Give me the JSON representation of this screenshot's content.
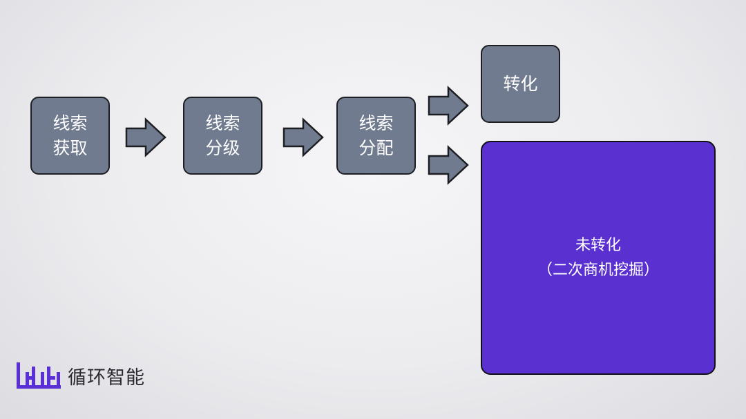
{
  "nodes": {
    "acquire": {
      "line1": "线索",
      "line2": "获取"
    },
    "grade": {
      "line1": "线索",
      "line2": "分级"
    },
    "assign": {
      "line1": "线索",
      "line2": "分配"
    },
    "converted": {
      "label": "转化"
    },
    "not_converted": {
      "line1": "未转化",
      "line2": "（二次商机挖掘）"
    }
  },
  "brand": {
    "name": "循环智能"
  },
  "colors": {
    "node_fill": "#707b8f",
    "highlight_fill": "#5a30d0",
    "logo": "#5b2fd6"
  },
  "icons": [
    "arrow-right-icon",
    "logo-icon"
  ]
}
